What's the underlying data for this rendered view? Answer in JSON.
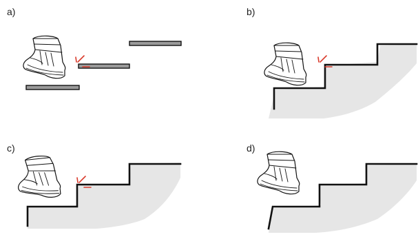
{
  "panels": [
    {
      "id": "a",
      "label": "a)"
    },
    {
      "id": "b",
      "label": "b)"
    },
    {
      "id": "c",
      "label": "c)"
    },
    {
      "id": "d",
      "label": "d)"
    }
  ],
  "colors": {
    "stair_line": "#111111",
    "ground_fill": "#e6e6e6",
    "tread_fill": "#9a9a9a",
    "contact_mark": "#d93a2b"
  },
  "icons": {
    "boot": "boot-icon",
    "contact": "contact-mark-icon"
  }
}
